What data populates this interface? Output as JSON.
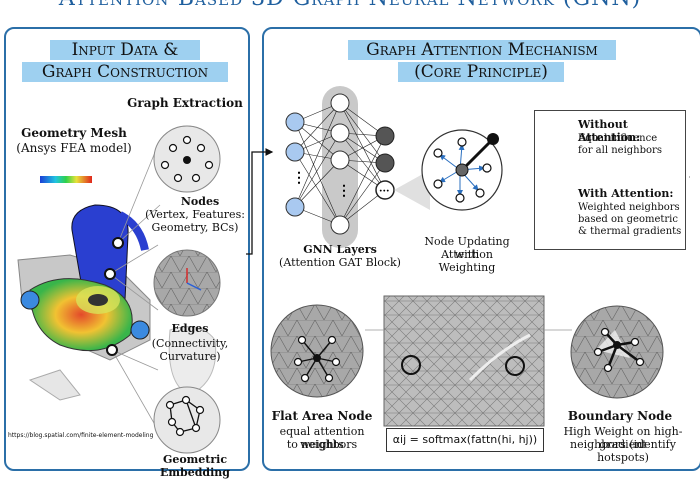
{
  "title": "Attention-Based 3D Graph Neural Network (GNN)",
  "left_panel": {
    "header_line1": "Input Data &",
    "header_line2": "Graph Construction",
    "graph_extraction": "Graph Extraction",
    "mesh_title": "Geometry Mesh",
    "mesh_subtitle": "(Ansys FEA model)",
    "nodes_title": "Nodes",
    "nodes_desc1": "(Vertex, Features:",
    "nodes_desc2": "Geometry, BCs)",
    "edges_title": "Edges",
    "edges_desc1": "(Connectivity,",
    "edges_desc2": "Curvature)",
    "embedding_partial": "Geometric Embedding",
    "source_url": "https://blog.spatial.com/finite-element-modeling"
  },
  "right_panel": {
    "header_line1": "Graph Attention Mechanism",
    "header_line2": "(Core Principle)",
    "gnn_title": "GNN Layers",
    "gnn_sub": "(Attention GAT Block)",
    "node_update1": "Node Updating with",
    "node_update2": "Attention Weighting",
    "legend": {
      "without_title": "Without Attention:",
      "without_desc1": "Equal influence",
      "without_desc2": "for all neighbors",
      "with_title": "With Attention:",
      "with_desc1": "Weighted neighbors",
      "with_desc2": "based on geometric",
      "with_desc3": "& thermal gradients"
    },
    "flat_title": "Flat Area Node",
    "flat_desc1": "equal attention weights",
    "flat_desc2": "to neighbors",
    "boundary_title": "Boundary Node",
    "boundary_desc1": "High Weight on high-gradient",
    "boundary_desc2": "neighbors (identify hotspots)",
    "formula": "αij = softmax(fattn(hi, hj))"
  }
}
